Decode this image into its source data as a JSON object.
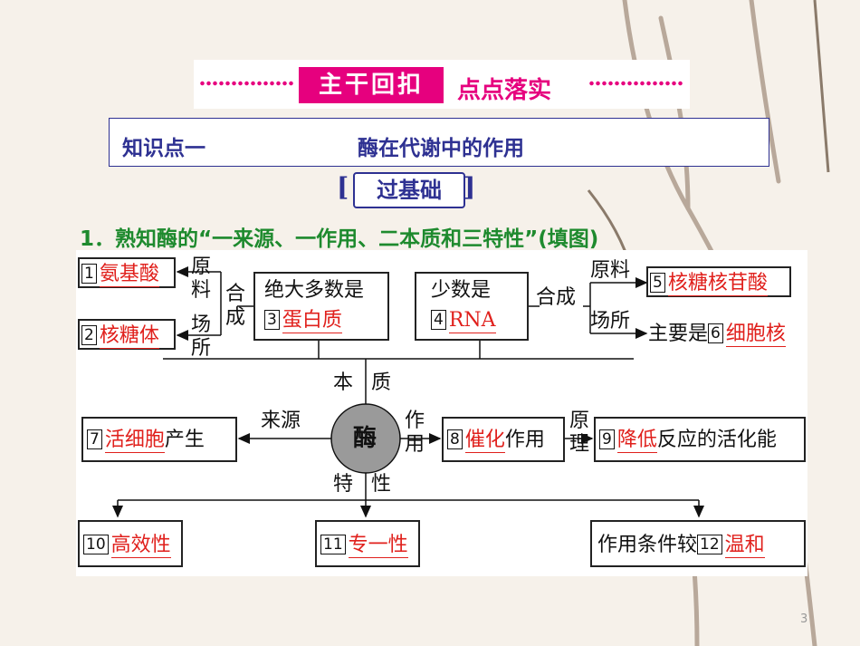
{
  "header": {
    "tag": "主干回扣",
    "subtitle": "点点落实"
  },
  "knowledge_point": {
    "label": "知识点一",
    "title": "酶在代谢中的作用"
  },
  "section_tag": {
    "bracket_left": "[",
    "text": "过基础",
    "bracket_right": "]"
  },
  "question": "1．熟知酶的“一来源、一作用、二本质和三特性”(填图)",
  "diagram": {
    "center": "酶",
    "left_top": {
      "answers": [
        {
          "num": "1",
          "text": "氨基酸"
        },
        {
          "num": "2",
          "text": "核糖体"
        }
      ],
      "label_raw": [
        "原",
        "料"
      ],
      "label_place": [
        "场",
        "所"
      ],
      "label_synth": [
        "合",
        "成"
      ],
      "box_line1": "绝大多数是",
      "box_num": "3",
      "box_answer": "蛋白质"
    },
    "right_top": {
      "box_line1": "少数是",
      "box_num": "4",
      "box_answer": "RNA",
      "label_synth": "合成",
      "label_raw": "原料",
      "label_place": "场所",
      "answer5_num": "5",
      "answer5": "核糖核苷酸",
      "answer6_prefix": "主要是",
      "answer6_num": "6",
      "answer6": "细胞核"
    },
    "essence_label": [
      "本",
      "质"
    ],
    "source_label": "来源",
    "source_box": {
      "num": "7",
      "answer": "活细胞",
      "suffix": "产生"
    },
    "function_label": [
      "作",
      "用"
    ],
    "function_box": {
      "num": "8",
      "answer": "催化",
      "suffix": "作用"
    },
    "principle_label": [
      "原",
      "理"
    ],
    "principle_box": {
      "num": "9",
      "answer": "降低",
      "suffix": "反应的活化能"
    },
    "property_label": [
      "特",
      "性"
    ],
    "properties": [
      {
        "prefix": "",
        "num": "10",
        "answer": "高效性"
      },
      {
        "prefix": "",
        "num": "11",
        "answer": "专一性"
      },
      {
        "prefix": "作用条件较",
        "num": "12",
        "answer": "温和"
      }
    ]
  },
  "page_number": "3",
  "colors": {
    "accent_magenta": "#e6007e",
    "title_blue": "#2e3192",
    "question_green": "#1e8a2e",
    "answer_red": "#e0201c"
  }
}
